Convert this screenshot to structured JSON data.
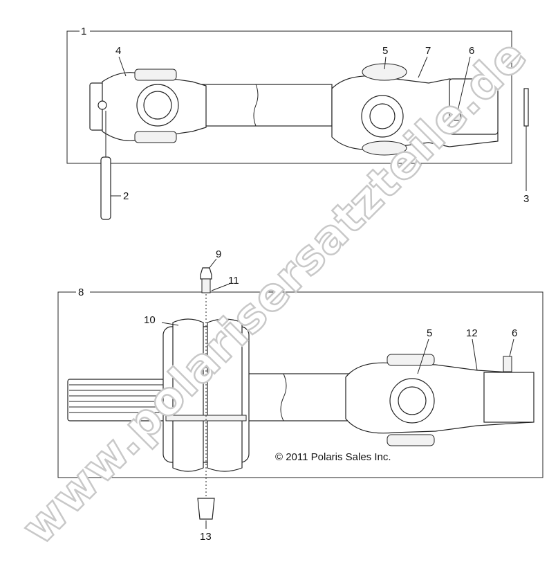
{
  "diagram": {
    "copyright": "© 2011 Polaris Sales Inc.",
    "watermark": "www.polarisersatzteile.de",
    "callouts_upper": [
      "1",
      "4",
      "5",
      "7",
      "6",
      "2",
      "3"
    ],
    "callouts_lower": [
      "9",
      "11",
      "8",
      "10",
      "5",
      "12",
      "6",
      "13"
    ]
  }
}
